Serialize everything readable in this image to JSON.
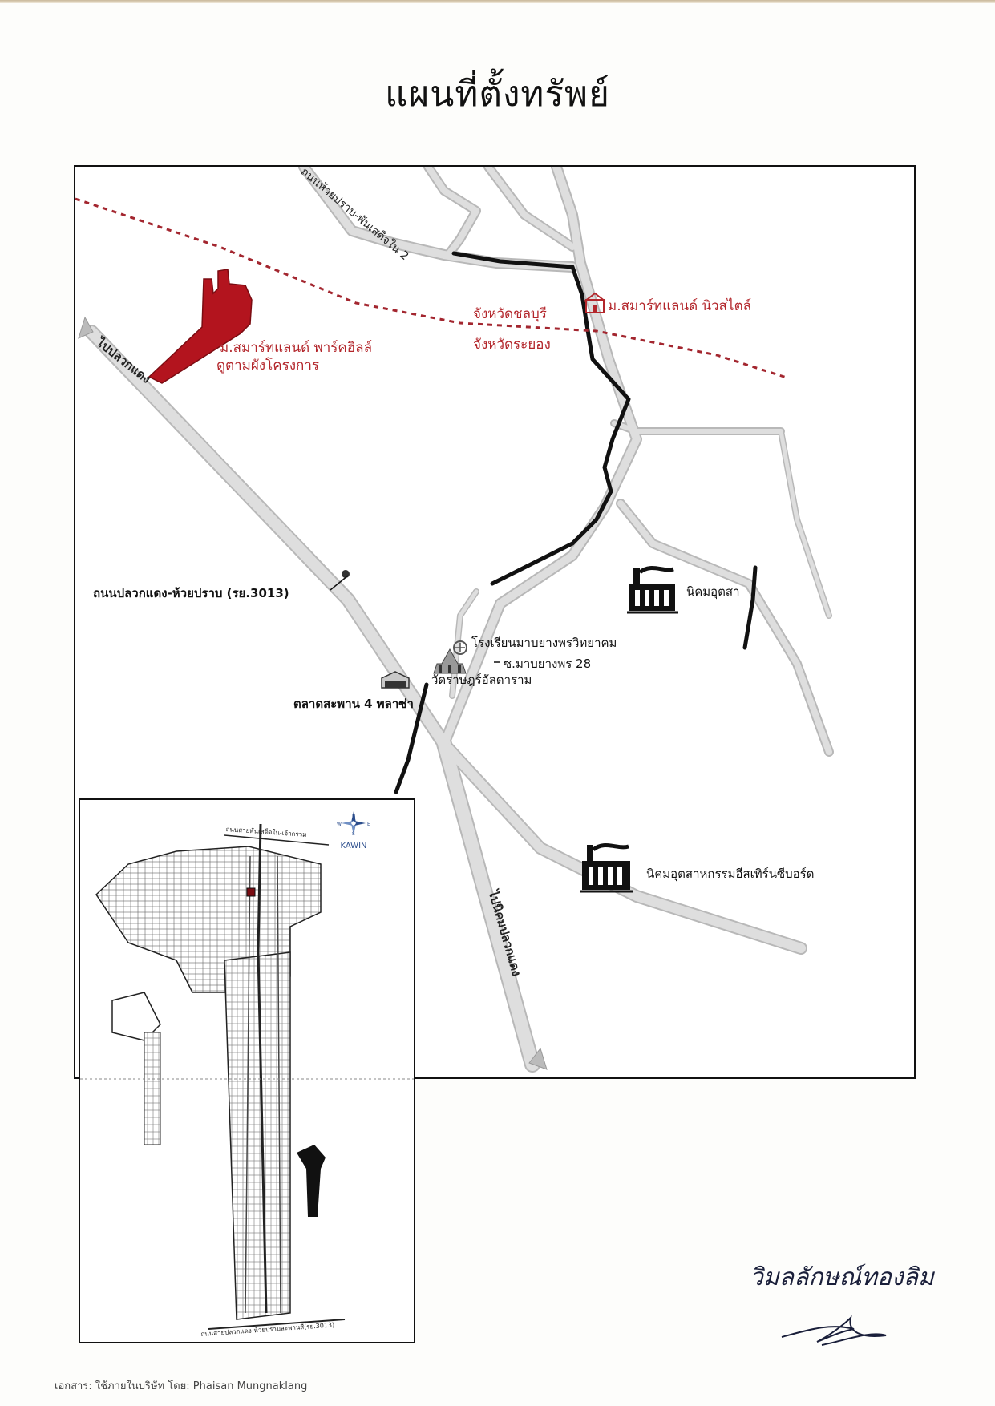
{
  "page": {
    "title": "แผนที่ตั้งทรัพย์",
    "footer": "เอกสาร: ใช้ภายในบริษัท โดย: Phaisan Mungnaklang"
  },
  "map": {
    "labels": {
      "project_name": "ม.สมาร์ทแลนด์ พาร์คฮิลล์",
      "project_note": "ดูตามผังโครงการ",
      "village_nice_style": "ม.สมาร์ทแลนด์ นิวสไตล์",
      "chonburi": "จังหวัดชลบุรี",
      "rayong": "จังหวัดระยอง",
      "road_pluak_daeng": "ถนนปลวกแดง-ห้วยปราบ (รย.3013)",
      "school": "โรงเรียนมาบยางพรวิทยาคม",
      "soi_mabyangporn": "ซ.มาบยางพร 28",
      "temple": "วัดราษฎร์อัลดาราม",
      "market": "ตลาดสะพาน 4 พลาซ่า",
      "estate_1": "นิคมอุตสา",
      "estate_2": "นิคมอุตสาหกรรมอีสเทิร์นซีบอร์ด",
      "road_top": "ถนนห้วยปราบ-พันเสด็จใน 2",
      "to_pluak_daeng": "ไปปลวกแดง",
      "to_estate": "ไปนิคมปลวกแดง"
    },
    "colors": {
      "project": "#b3141e",
      "boundary": "#a3262f",
      "road_fill": "#dedede",
      "road_edge": "#b8b8b8",
      "highlight_road": "#111111"
    },
    "icons": [
      "house-icon",
      "factory-icon",
      "temple-icon",
      "school-icon",
      "market-icon",
      "road-marker-icon"
    ]
  },
  "inset": {
    "road_label_top": "ถนนสายพันเสด็จใน-เจ้ากรวม",
    "road_label_bottom": "ถนนสายปลวกแดง-ห้วยปราบสะพานสี่(รย.3013)",
    "compass": {
      "n": "N",
      "s": "S",
      "e": "E",
      "w": "W",
      "brand": "KAWIN"
    }
  },
  "signature": {
    "text": "วิมลลักษณ์ทองลิม"
  }
}
